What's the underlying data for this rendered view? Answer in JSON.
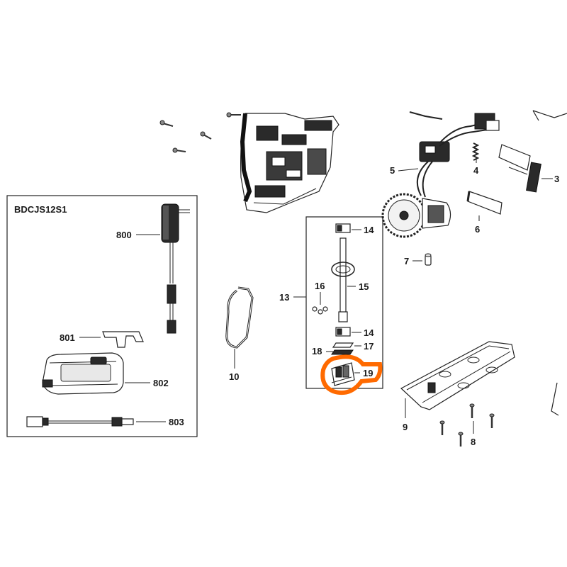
{
  "kit": {
    "title": "BDCJS12S1"
  },
  "labels": {
    "p800": "800",
    "p801": "801",
    "p802": "802",
    "p803": "803",
    "p3": "3",
    "p4": "4",
    "p5": "5",
    "p6": "6",
    "p7": "7",
    "p8": "8",
    "p9": "9",
    "p10": "10",
    "p13": "13",
    "p14a": "14",
    "p14b": "14",
    "p15": "15",
    "p16": "16",
    "p17": "17",
    "p18": "18",
    "p19": "19"
  },
  "colors": {
    "highlight": "#ff6a00",
    "line": "#222222"
  }
}
